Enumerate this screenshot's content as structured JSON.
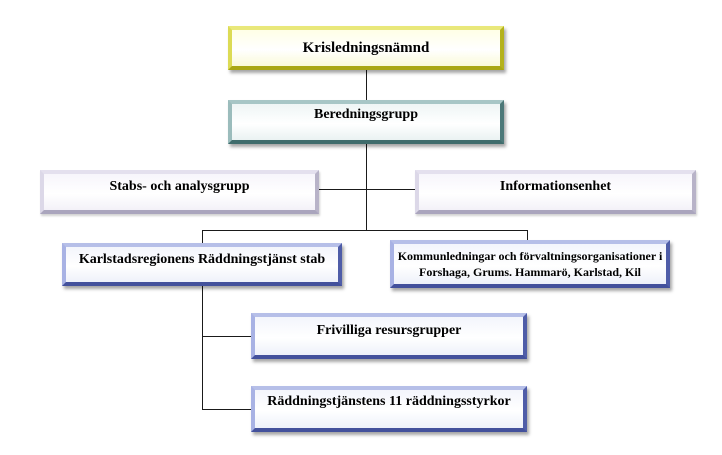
{
  "chart": {
    "top": "Krisledningsnämnd",
    "prep": "Beredningsgrupp",
    "staff": "Stabs- och analysgrupp",
    "info": "Informationsenhet",
    "rescue_staff": "Karlstadsregionens Räddningstjänst stab",
    "municipal_line1": "Kommunledningar och förvaltningsorganisationer i",
    "municipal_line2": "Forshaga, Grums. Hammarö, Karlstad, Kil",
    "volunteers": "Frivilliga resursgrupper",
    "rescue_units": "Räddningstjänstens 11 räddningsstyrkor"
  },
  "colors": {
    "yellow_accent": "#c8c62e",
    "teal_accent": "#5a8686",
    "lavender_accent": "#c8c4d8",
    "blue_accent": "#5d6bb8"
  }
}
